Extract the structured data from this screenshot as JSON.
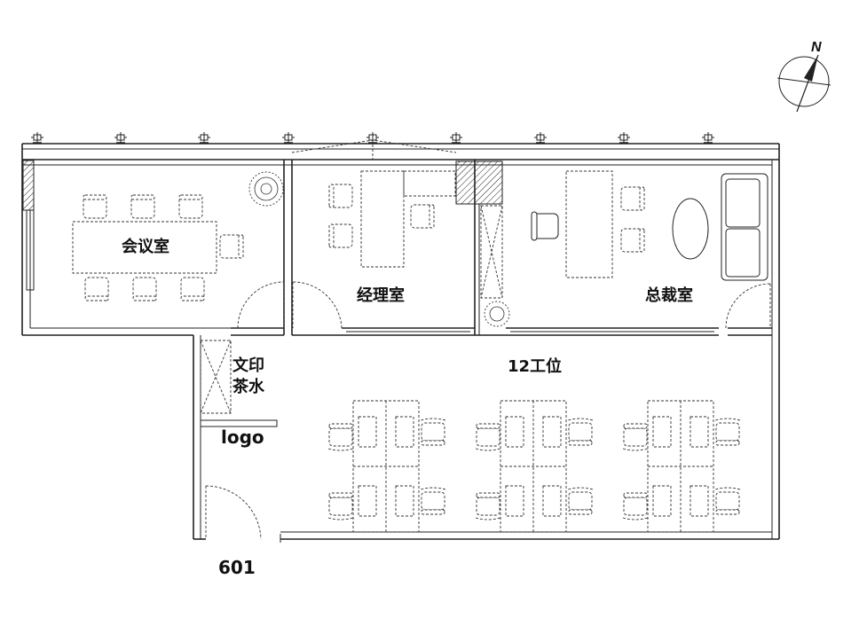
{
  "labels": {
    "meeting_room": "会议室",
    "manager_room": "经理室",
    "president_room": "总裁室",
    "workstations": "12工位",
    "print_tea_line1": "文印",
    "print_tea_line2": "茶水",
    "logo": "logo",
    "unit_number": "601",
    "north": "N"
  }
}
